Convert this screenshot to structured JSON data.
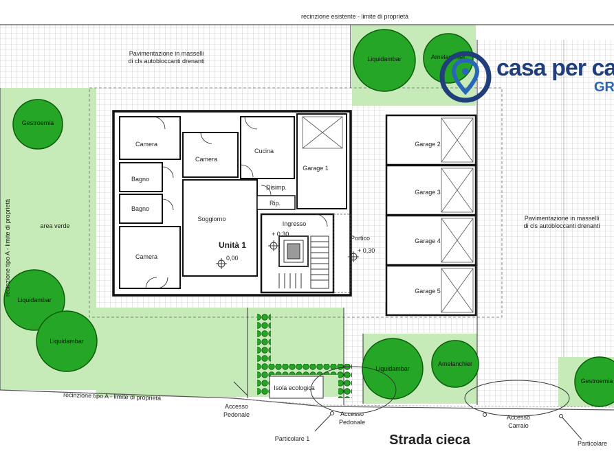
{
  "top_fence": "recinzione esistente - limite di proprietà",
  "paving_left": [
    "Pavimentazione in masselli",
    "di cls autobloccanti drenanti"
  ],
  "paving_right": [
    "Pavimentazione in masselli",
    "di cls autobloccanti drenanti"
  ],
  "left_fence": "recinzione tipo A - limite di proprietà",
  "bottom_fence": "recinzione tipo A - limite di proprietà",
  "green_area": "area verde",
  "rooms": {
    "camera_1": "Camera",
    "camera_2": "Camera",
    "camera_3": "Camera",
    "bagno_1": "Bagno",
    "bagno_2": "Bagno",
    "cucina": "Cucina",
    "disimp": "Disimp.",
    "rip": "Rip.",
    "soggiorno": "Soggiorno",
    "garage_1": "Garage 1",
    "ingresso": "Ingresso",
    "portico": "Portico"
  },
  "unit_label": "Unità 1",
  "levels": {
    "soggiorno": "0,00",
    "ingresso": "+ 0,30",
    "portico": "+ 0,30"
  },
  "garages": [
    "Garage 2",
    "Garage 3",
    "Garage 4",
    "Garage 5"
  ],
  "trees": {
    "t1": "Liquidambar",
    "t2": "Amelanchier",
    "t3": "Gestroemia",
    "t4": "Liquidambar",
    "t5": "Liquidambar",
    "t6": "Liquidambar",
    "t7": "Amelanchier",
    "t8": "Gestroemia"
  },
  "isola": "Isola ecologica",
  "accesso_pedonale_1": [
    "Accesso",
    "Pedonale"
  ],
  "accesso_pedonale_2": [
    "Accesso",
    "Pedonale"
  ],
  "accesso_carraio": [
    "Accesso",
    "Carraio"
  ],
  "particolare_1": "Particolare 1",
  "particolare_2": "Particolare",
  "road": "Strada cieca",
  "logo": {
    "brand": "casa per ca",
    "sub": "GR"
  },
  "colors": {
    "green": "#c7ebb8",
    "tree": "#26a626",
    "wall": "#111111",
    "paving": "#dcdcdc",
    "logo_blue": "#1f3e7a"
  }
}
